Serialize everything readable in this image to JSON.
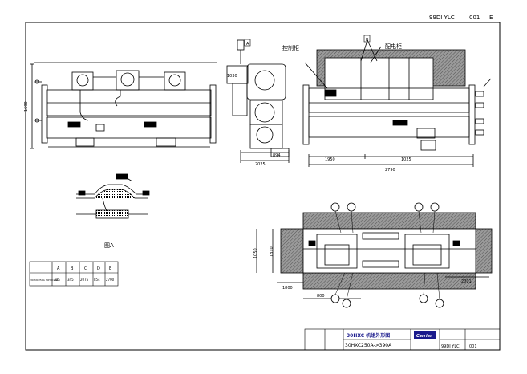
{
  "title_block": {
    "drawing_code": "99DI YLC",
    "sheet_no": "001",
    "revision": "E",
    "drawing_title": "30HXC 机组外形图",
    "model_range": "30HXC250A->390A",
    "brand": "Carrier"
  },
  "labels": {
    "control_box": "控制柜",
    "power_box": "配电柜",
    "detail_a": "图A"
  },
  "dims": {
    "front_height": "1690",
    "front_width": "2790",
    "front_left": "1950",
    "front_mid": "1025",
    "side_width": "2025",
    "side_seg": "894",
    "side_height": "1030",
    "top_depth": "1050",
    "top_width": "1810",
    "top_a": "1800",
    "top_b": "800",
    "top_c": "2001"
  },
  "callouts": [
    "A",
    "B"
  ],
  "table": {
    "headers": [
      "",
      "A",
      "B",
      "C",
      "D",
      "E"
    ],
    "rows": [
      {
        "model": "30HXC250A 30HXC290A",
        "values": [
          "305",
          "345",
          "2075",
          "854",
          "2700"
        ]
      }
    ]
  },
  "colors": {
    "line": "#000000",
    "hatch": "#777777",
    "title_blue": "#1a1a8c"
  }
}
